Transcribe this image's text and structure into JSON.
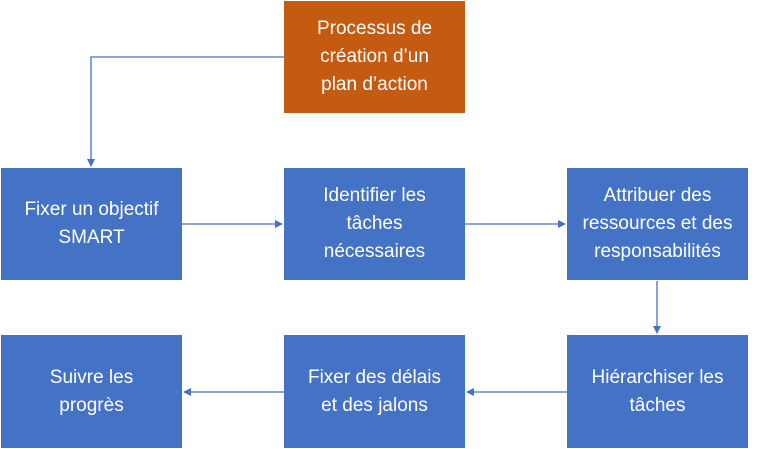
{
  "colors": {
    "step_fill": "#4472c4",
    "start_fill": "#c55a11",
    "connector": "#4472c4",
    "text": "#ffffff"
  },
  "diagram": {
    "start": {
      "label": "Processus de\ncréation d’un\nplan d’action"
    },
    "steps": [
      {
        "label": "Fixer un objectif\nSMART"
      },
      {
        "label": "Identifier les\ntâches\nnécessaires"
      },
      {
        "label": "Attribuer des\nressources et des\nresponsabilités"
      },
      {
        "label": "Hiérarchiser les\ntâches"
      },
      {
        "label": "Fixer des délais\net des jalons"
      },
      {
        "label": "Suivre les\nprogrès"
      }
    ]
  }
}
